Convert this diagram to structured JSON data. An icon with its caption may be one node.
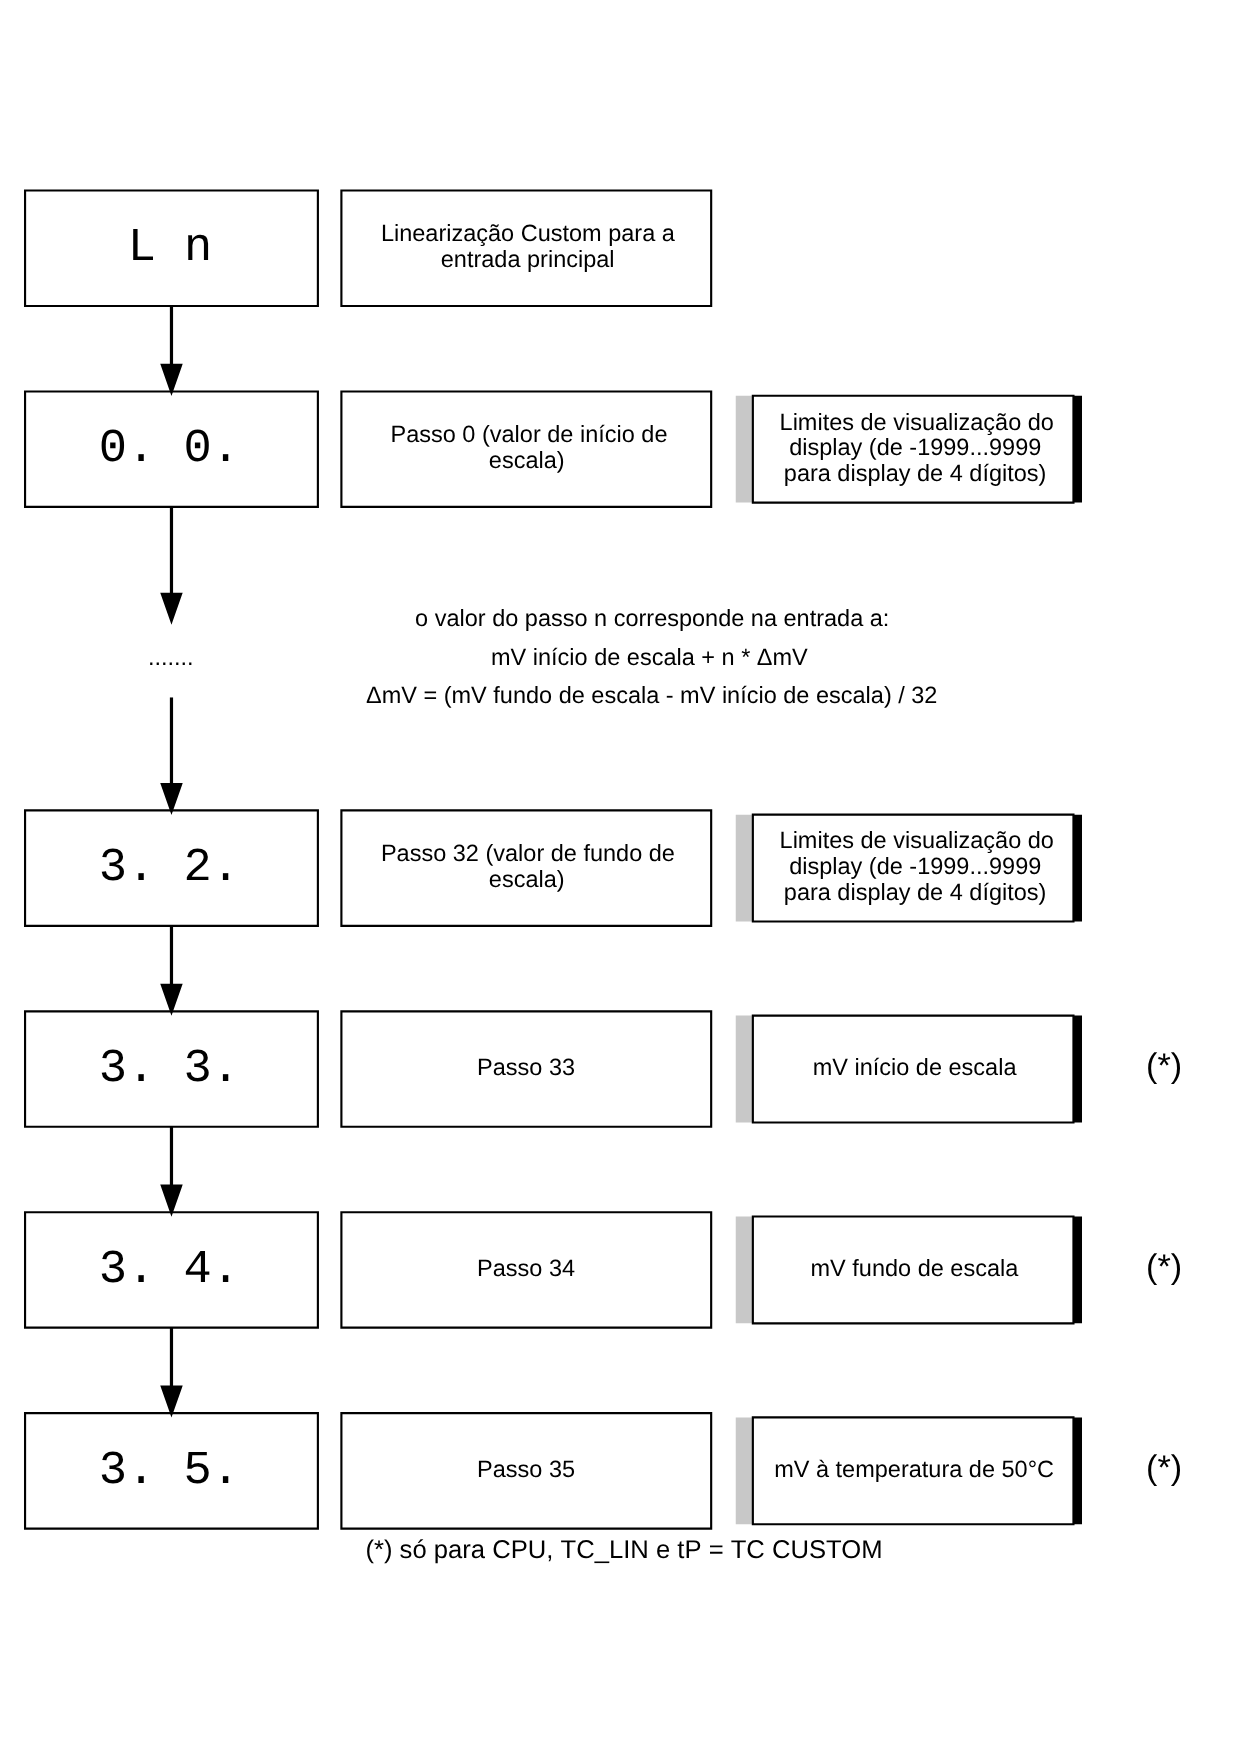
{
  "diagram": {
    "caption": "(*) só para CPU, TC_LIN e tP = TC CUSTOM",
    "nodes": [
      {
        "text": [
          "L n"
        ]
      },
      {
        "text": [
          "Linearização Custom para a entrada principal"
        ]
      },
      {
        "text": [
          "0. 0."
        ]
      },
      {
        "text": [
          "Passo 0 (valor de início de escala)"
        ]
      },
      {
        "text": [
          "Limites de visualização do display (de -1999...9999 para display de 4 dígitos)"
        ]
      },
      {
        "text": [
          "......."
        ]
      },
      {
        "text": [
          "3. 2."
        ]
      },
      {
        "text": [
          "Passo 32 (valor de fundo de escala)"
        ]
      },
      {
        "text": [
          "Limites de visualização do display (de -1999...9999 para display de 4 dígitos)"
        ]
      },
      {
        "text": [
          "3. 3."
        ]
      },
      {
        "text": [
          "Passo 33"
        ]
      },
      {
        "text": [
          "mV início de escala"
        ]
      },
      {
        "text": [
          "3. 4."
        ]
      },
      {
        "text": [
          "Passo 34"
        ]
      },
      {
        "text": [
          "mV fundo de escala"
        ]
      },
      {
        "text": [
          "3. 5."
        ]
      },
      {
        "text": [
          "Passo 35"
        ]
      },
      {
        "text": [
          "mV à temperatura de 50°C"
        ]
      }
    ],
    "edges": [
      {
        "from": 0,
        "to": 2,
        "arrow": "to"
      },
      {
        "from": 2,
        "to": 5,
        "arrow": "to"
      },
      {
        "from": 5,
        "to": 6,
        "arrow": "to"
      },
      {
        "from": 6,
        "to": 9,
        "arrow": "to"
      },
      {
        "from": 9,
        "to": 12,
        "arrow": "to"
      },
      {
        "from": 12,
        "to": 15,
        "arrow": "to"
      }
    ],
    "labels": [
      "o valor do passo n corresponde na entrada a:",
      "mV início de escala + n * ΔmV",
      "ΔmV = (mV fundo de escala - mV início de escala) / 32",
      "(*)",
      "(*)",
      "(*)"
    ]
  }
}
